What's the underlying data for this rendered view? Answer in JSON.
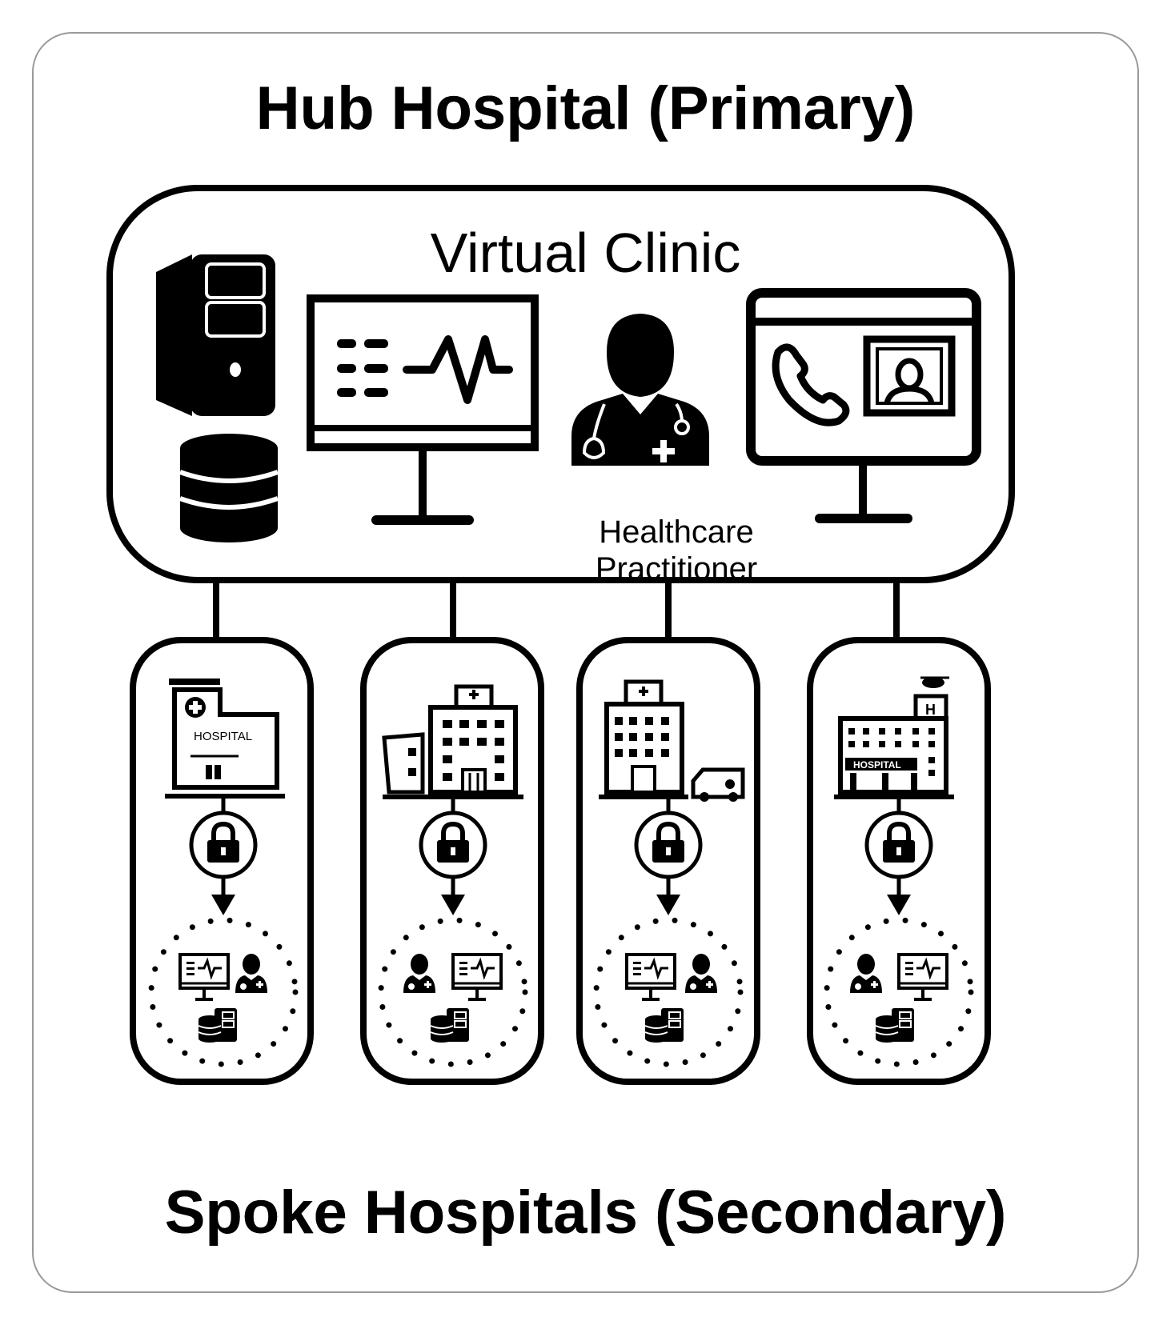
{
  "hub": {
    "title": "Hub Hospital (Primary)"
  },
  "clinic": {
    "title": "Virtual Clinic",
    "practitioner_line1": "Healthcare",
    "practitioner_line2": "Practitioner",
    "icons": [
      "server-tower-icon",
      "database-icon",
      "vital-signs-monitor-icon",
      "doctor-icon",
      "video-call-monitor-icon"
    ]
  },
  "spokes": {
    "title": "Spoke Hospitals (Secondary)",
    "hospitals": [
      {
        "sign": "HOSPITAL",
        "icon": "hospital-building-icon"
      },
      {
        "sign": "",
        "icon": "hospital-building-icon"
      },
      {
        "sign": "",
        "icon": "hospital-with-ambulance-icon"
      },
      {
        "sign": "HOSPITAL",
        "icon": "hospital-with-helipad-icon"
      }
    ],
    "connection_icons": [
      "lock-icon",
      "arrow-down-icon"
    ],
    "local_site_icons": [
      "monitor-icon",
      "doctor-icon",
      "server-icon",
      "database-icon"
    ]
  }
}
